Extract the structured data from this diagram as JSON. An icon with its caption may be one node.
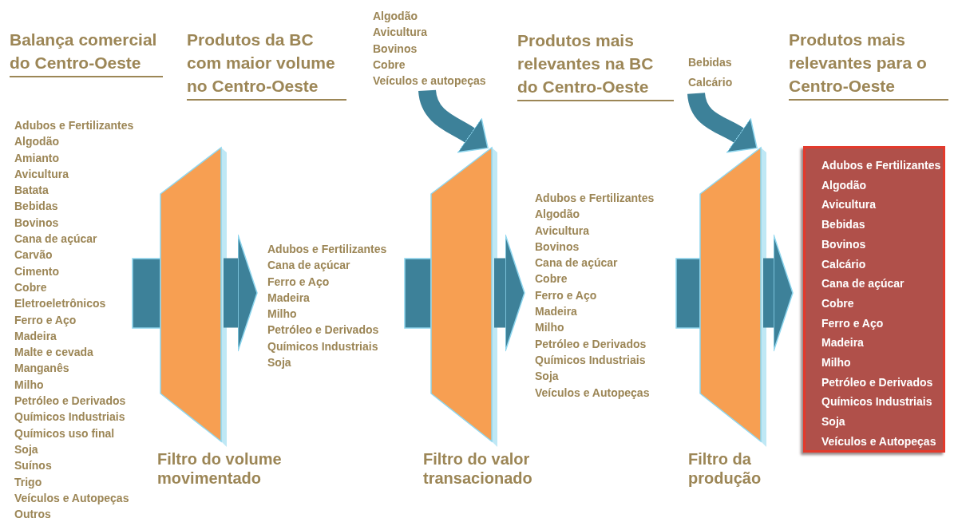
{
  "diagram": {
    "nodes": [
      {
        "text": [
          "Adubos e Fertilizantes",
          "Algodão",
          "Amianto",
          "Avicultura",
          "Batata",
          "Bebidas",
          "Bovinos",
          "Cana de açúcar",
          "Carvão",
          "Cimento",
          "Cobre",
          "Eletroeletrônicos",
          "Ferro e Aço",
          "Madeira",
          "Malte e cevada",
          "Manganês",
          "Milho",
          "Petróleo e Derivados",
          "Químicos Industriais",
          "Químicos uso final",
          "Soja",
          "Suínos",
          "Trigo",
          "Veículos e Autopeças",
          "Outros"
        ]
      },
      {
        "text": [
          "Filtro do volume movimentado"
        ]
      },
      {
        "text": [
          "Adubos e Fertilizantes",
          "Cana de açúcar",
          "Ferro e Aço",
          "Madeira",
          "Milho",
          "Petróleo e Derivados",
          "Químicos Industriais",
          "Soja"
        ]
      },
      {
        "text": [
          "Algodão",
          "Avicultura",
          "Bovinos",
          "Cobre",
          "Veículos e autopeças"
        ]
      },
      {
        "text": [
          "Filtro do valor transacionado"
        ]
      },
      {
        "text": [
          "Adubos e Fertilizantes",
          "Algodão",
          "Avicultura",
          "Bovinos",
          "Cana de açúcar",
          "Cobre",
          "Ferro e Aço",
          "Madeira",
          "Milho",
          "Petróleo e Derivados",
          "Químicos Industriais",
          "Soja",
          "Veículos e Autopeças"
        ]
      },
      {
        "text": [
          "Bebidas",
          "Calcário"
        ]
      },
      {
        "text": [
          "Filtro da produção"
        ]
      },
      {
        "text": [
          "Adubos e Fertilizantes",
          "Algodão",
          "Avicultura",
          "Bebidas",
          "Bovinos",
          "Calcário",
          "Cana de açúcar",
          "Cobre",
          "Ferro e Aço",
          "Madeira",
          "Milho",
          "Petróleo e Derivados",
          "Químicos Industriais",
          "Soja",
          "Veículos e Autopeças"
        ]
      }
    ],
    "edges": [
      {
        "from": 1,
        "to": 2,
        "arrow": "to"
      },
      {
        "from": 3,
        "to": 4,
        "arrow": "to"
      },
      {
        "from": 4,
        "to": 5,
        "arrow": "to"
      },
      {
        "from": 6,
        "to": 7,
        "arrow": "to"
      },
      {
        "from": 7,
        "to": 8,
        "arrow": "to"
      }
    ],
    "labels": [
      "Balança comercial do Centro-Oeste",
      "Produtos da BC com maior volume no Centro-Oeste",
      "Produtos mais relevantes na BC do Centro-Oeste",
      "Produtos mais relevantes para o Centro-Oeste"
    ]
  }
}
